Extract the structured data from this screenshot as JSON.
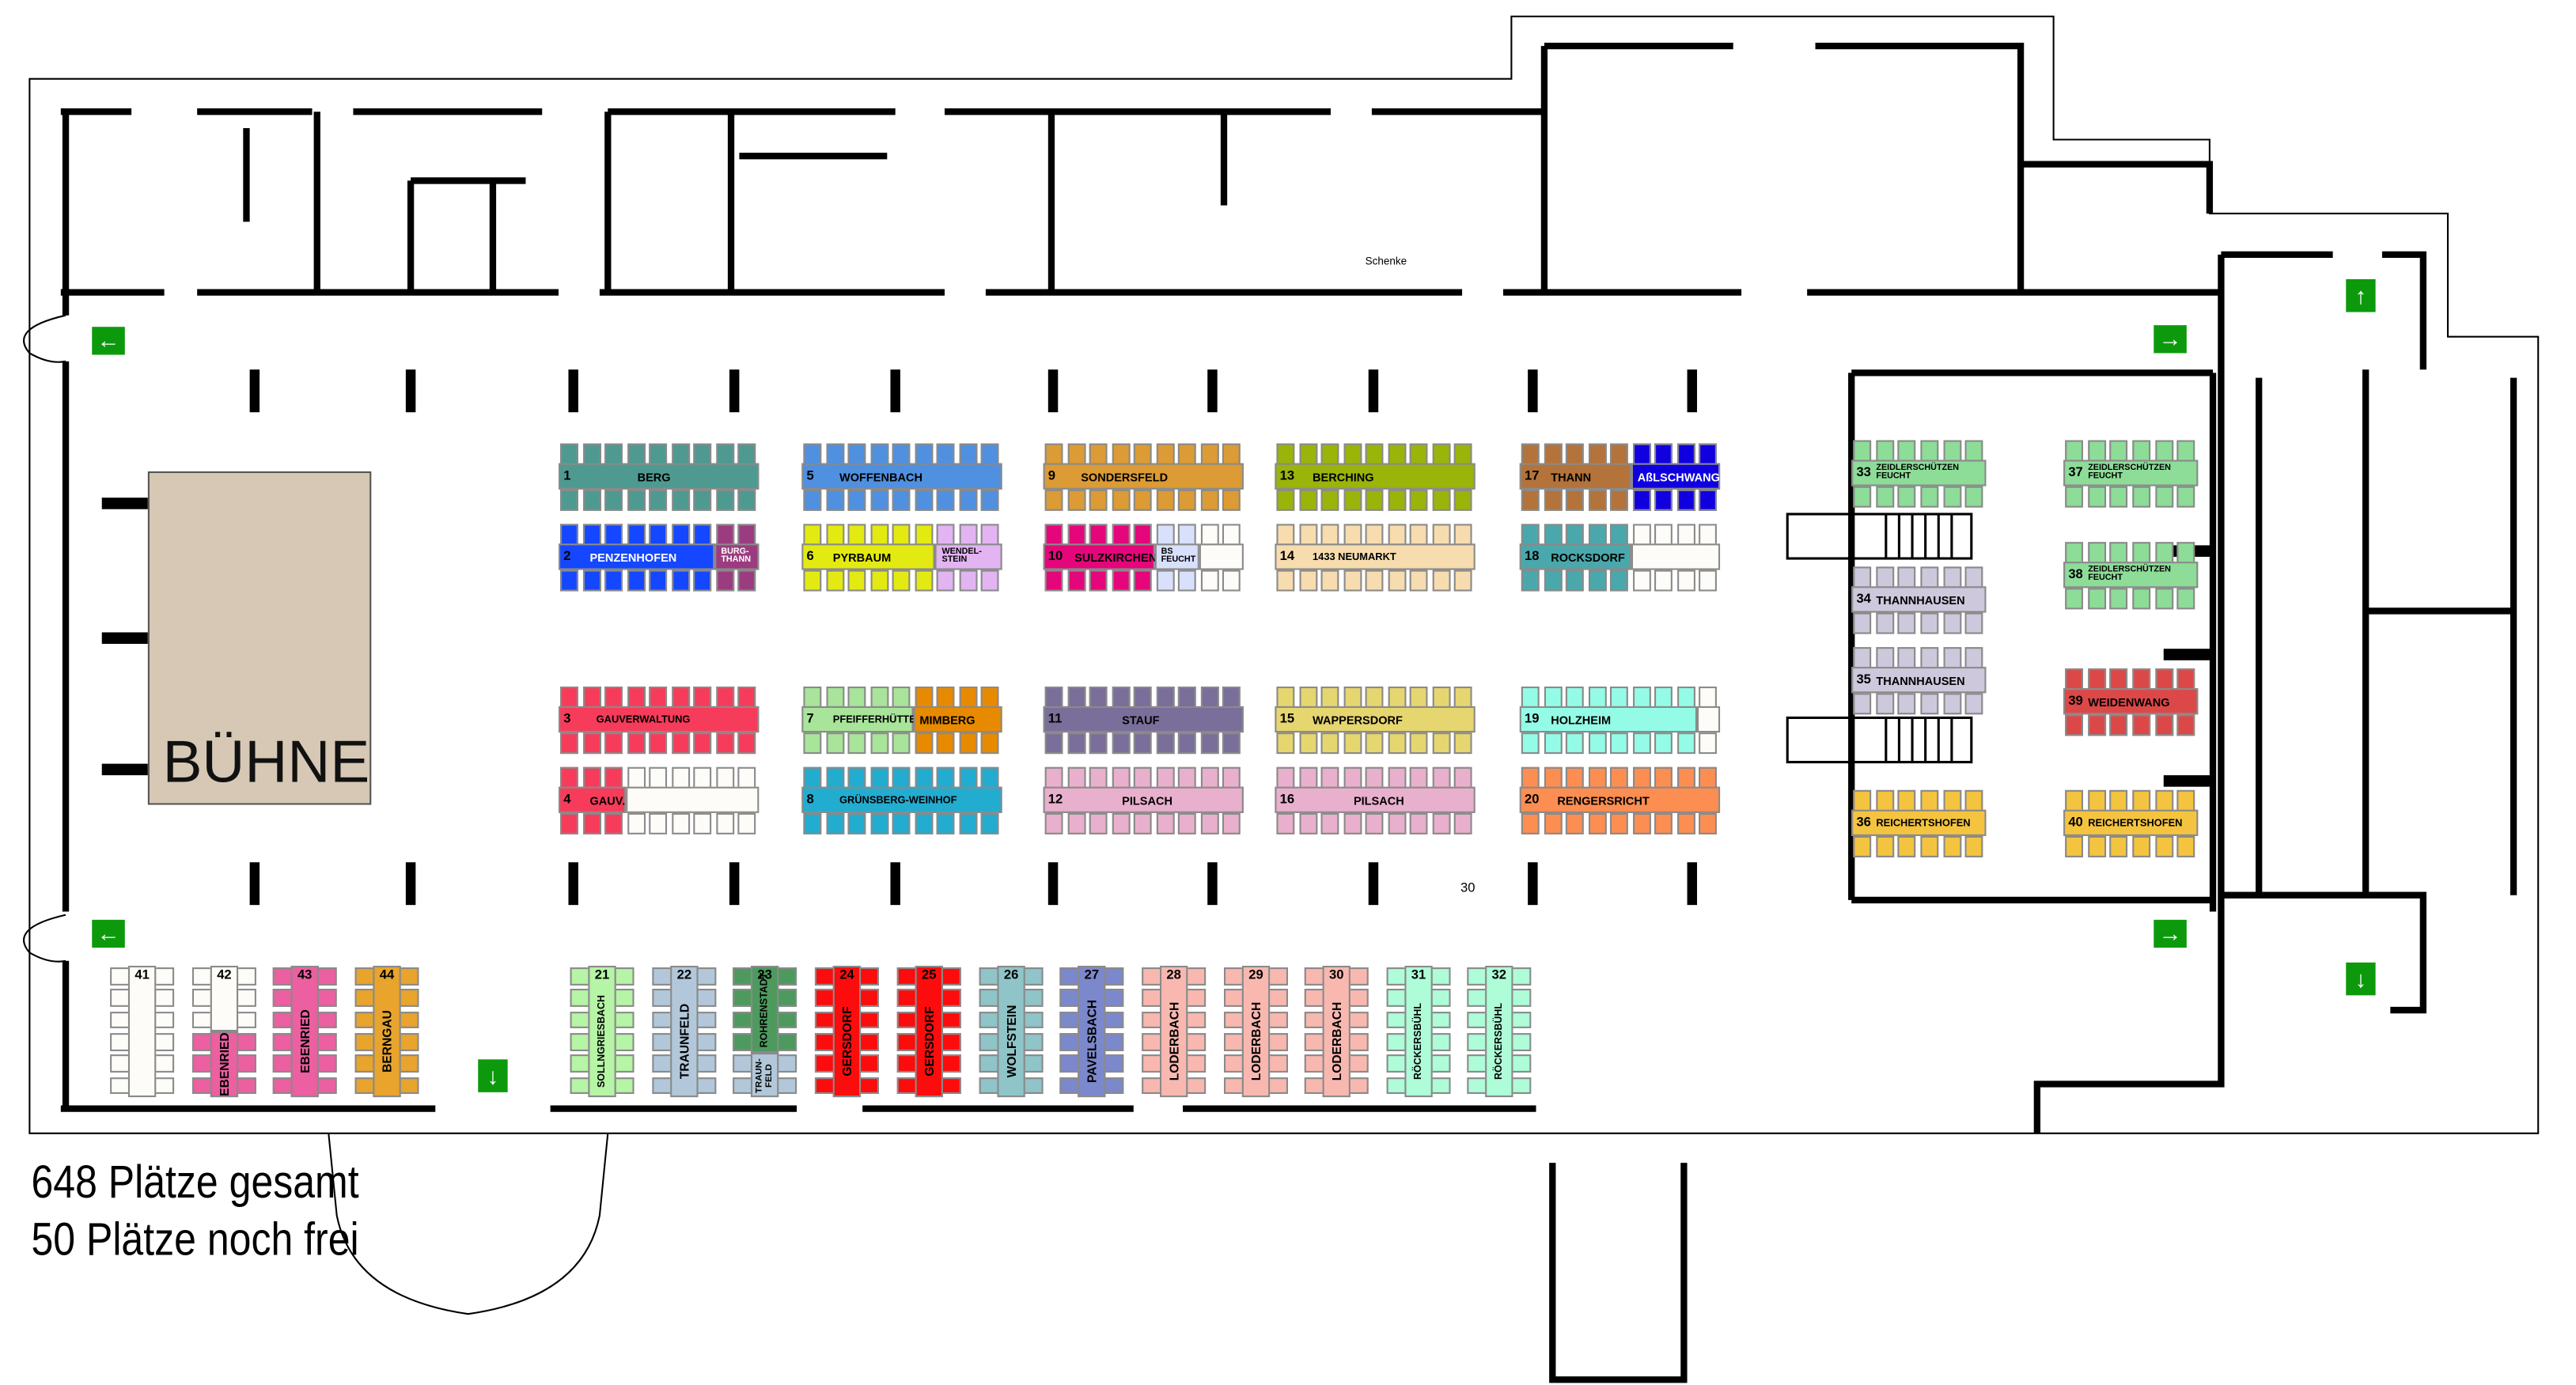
{
  "summary": {
    "total": "648 Plätze gesamt",
    "free": "50 Plätze noch frei"
  },
  "rooms": {
    "stage": "BÜHNE",
    "bar": "Schenke",
    "marker": "30"
  },
  "colors": {
    "free": "#fdfcf8",
    "exit_sign": "#0c9a0c",
    "stage": "#d6c8b4",
    "wall": "#000000"
  },
  "exits": [
    {
      "icon": "arrow-left-icon",
      "glyph": "←"
    },
    {
      "icon": "arrow-right-icon",
      "glyph": "→"
    },
    {
      "icon": "arrow-left-icon",
      "glyph": "←"
    },
    {
      "icon": "arrow-right-icon",
      "glyph": "→"
    },
    {
      "icon": "arrow-up-icon",
      "glyph": "↑"
    },
    {
      "icon": "arrow-down-icon",
      "glyph": "↓"
    },
    {
      "icon": "arrow-down-icon",
      "glyph": "↓"
    }
  ],
  "tables": [
    {
      "number": "1",
      "segments": [
        {
          "label": "BERG",
          "color": "#4e9a91",
          "seats": 9
        }
      ]
    },
    {
      "number": "2",
      "segments": [
        {
          "label": "PENZENHOFEN",
          "color": "#1447ff",
          "seats": 7,
          "light": true
        },
        {
          "label": "BURG-\nTHANN",
          "color": "#9c3c80",
          "seats": 2,
          "light": true
        }
      ]
    },
    {
      "number": "3",
      "segments": [
        {
          "label": "GAUVERWALTUNG",
          "color": "#f63c5a",
          "seats": 9
        }
      ]
    },
    {
      "number": "4",
      "segments": [
        {
          "label": "GAUV.",
          "color": "#f63c5a",
          "seats": 3
        },
        {
          "label": "",
          "color": "#fdfcf8",
          "seats": 6
        }
      ]
    },
    {
      "number": "5",
      "segments": [
        {
          "label": "WOFFENBACH",
          "color": "#5090e0",
          "seats": 9
        }
      ]
    },
    {
      "number": "6",
      "segments": [
        {
          "label": "PYRBAUM",
          "color": "#e3ea12",
          "seats": 6
        },
        {
          "label": "WENDEL-\nSTEIN",
          "color": "#e2b4f2",
          "seats": 3
        }
      ]
    },
    {
      "number": "7",
      "segments": [
        {
          "label": "PFEIFFERHÜTTE",
          "color": "#a8e49a",
          "seats": 5
        },
        {
          "label": "MIMBERG",
          "color": "#e88a00",
          "seats": 4
        }
      ]
    },
    {
      "number": "8",
      "segments": [
        {
          "label": "GRÜNSBERG-WEINHOF",
          "color": "#22acd0",
          "seats": 9
        }
      ]
    },
    {
      "number": "9",
      "segments": [
        {
          "label": "SONDERSFELD",
          "color": "#dc9b34",
          "seats": 9
        }
      ]
    },
    {
      "number": "10",
      "segments": [
        {
          "label": "SULZKIRCHEN",
          "color": "#e4067a",
          "seats": 5
        },
        {
          "label": "BS\nFEUCHT",
          "color": "#d8e0fc",
          "seats": 2
        },
        {
          "label": "",
          "color": "#fdfcf8",
          "seats": 2
        }
      ]
    },
    {
      "number": "11",
      "segments": [
        {
          "label": "STAUF",
          "color": "#7a6e9a",
          "seats": 9
        }
      ]
    },
    {
      "number": "12",
      "segments": [
        {
          "label": "PILSACH",
          "color": "#e8b0cc",
          "seats": 9
        }
      ]
    },
    {
      "number": "13",
      "segments": [
        {
          "label": "BERCHING",
          "color": "#9ab40a",
          "seats": 9
        }
      ]
    },
    {
      "number": "14",
      "segments": [
        {
          "label": "1433 NEUMARKT",
          "color": "#f6dcae",
          "seats": 9
        }
      ]
    },
    {
      "number": "15",
      "segments": [
        {
          "label": "WAPPERSDORF",
          "color": "#e6d670",
          "seats": 9
        }
      ]
    },
    {
      "number": "16",
      "segments": [
        {
          "label": "PILSACH",
          "color": "#e8b0cc",
          "seats": 9
        }
      ]
    },
    {
      "number": "17",
      "segments": [
        {
          "label": "THANN",
          "color": "#b3733a",
          "seats": 5
        },
        {
          "label": "AßLSCHWANG",
          "color": "#1000e0",
          "seats": 4,
          "light": true
        }
      ]
    },
    {
      "number": "18",
      "segments": [
        {
          "label": "ROCKSDORF",
          "color": "#4aa8ac",
          "seats": 5
        },
        {
          "label": "",
          "color": "#fdfcf8",
          "seats": 4
        }
      ]
    },
    {
      "number": "19",
      "segments": [
        {
          "label": "HOLZHEIM",
          "color": "#94fce6",
          "seats": 8
        },
        {
          "label": "",
          "color": "#fdfcf8",
          "seats": 1
        }
      ]
    },
    {
      "number": "20",
      "segments": [
        {
          "label": "RENGERSRICHT",
          "color": "#fc8e52",
          "seats": 9
        }
      ]
    },
    {
      "number": "21",
      "segments": [
        {
          "label": "SOLLNGRIESBACH",
          "color": "#b6f4a6",
          "seats": 6
        }
      ]
    },
    {
      "number": "22",
      "segments": [
        {
          "label": "TRAUNFELD",
          "color": "#b2c8da",
          "seats": 6
        }
      ]
    },
    {
      "number": "23",
      "segments": [
        {
          "label": "ROHRENSTADT",
          "color": "#4e9a5e",
          "seats": 4
        },
        {
          "label": "TRAUN-\nFELD",
          "color": "#b2c8da",
          "seats": 2
        }
      ]
    },
    {
      "number": "24",
      "segments": [
        {
          "label": "GERSDORF",
          "color": "#fc0c0c",
          "seats": 6
        }
      ]
    },
    {
      "number": "25",
      "segments": [
        {
          "label": "GERSDORF",
          "color": "#fc0c0c",
          "seats": 6
        }
      ]
    },
    {
      "number": "26",
      "segments": [
        {
          "label": "WOLFSTEIN",
          "color": "#8fc4c8",
          "seats": 6
        }
      ]
    },
    {
      "number": "27",
      "segments": [
        {
          "label": "PAVELSBACH",
          "color": "#7c88cc",
          "seats": 6
        }
      ]
    },
    {
      "number": "28",
      "segments": [
        {
          "label": "LODERBACH",
          "color": "#f8b8b0",
          "seats": 6
        }
      ]
    },
    {
      "number": "29",
      "segments": [
        {
          "label": "LODERBACH",
          "color": "#f8b8b0",
          "seats": 6
        }
      ]
    },
    {
      "number": "30",
      "segments": [
        {
          "label": "LODERBACH",
          "color": "#f8b8b0",
          "seats": 6
        }
      ]
    },
    {
      "number": "31",
      "segments": [
        {
          "label": "RÖCKERSBÜHL",
          "color": "#aefcd8",
          "seats": 6
        }
      ]
    },
    {
      "number": "32",
      "segments": [
        {
          "label": "RÖCKERSBÜHL",
          "color": "#aefcd8",
          "seats": 6
        }
      ]
    },
    {
      "number": "33",
      "segments": [
        {
          "label": "ZEIDLERSCHÜTZEN\nFEUCHT",
          "color": "#8ddc98",
          "seats": 6
        }
      ]
    },
    {
      "number": "34",
      "segments": [
        {
          "label": "THANNHAUSEN",
          "color": "#cdc8dc",
          "seats": 6
        }
      ]
    },
    {
      "number": "35",
      "segments": [
        {
          "label": "THANNHAUSEN",
          "color": "#cdc8dc",
          "seats": 6
        }
      ]
    },
    {
      "number": "36",
      "segments": [
        {
          "label": "REICHERTSHOFEN",
          "color": "#f4c440",
          "seats": 6
        }
      ]
    },
    {
      "number": "37",
      "segments": [
        {
          "label": "ZEIDLERSCHÜTZEN\nFEUCHT",
          "color": "#8ddc98",
          "seats": 6
        }
      ]
    },
    {
      "number": "38",
      "segments": [
        {
          "label": "ZEIDLERSCHÜTZEN\nFEUCHT",
          "color": "#8ddc98",
          "seats": 6
        }
      ]
    },
    {
      "number": "39",
      "segments": [
        {
          "label": "WEIDENWANG",
          "color": "#dc4848",
          "seats": 6
        }
      ]
    },
    {
      "number": "40",
      "segments": [
        {
          "label": "REICHERTSHOFEN",
          "color": "#f4c440",
          "seats": 6
        }
      ]
    },
    {
      "number": "41",
      "segments": [
        {
          "label": "",
          "color": "#fdfcf8",
          "seats": 6
        }
      ]
    },
    {
      "number": "42",
      "segments": [
        {
          "label": "",
          "color": "#fdfcf8",
          "seats": 3
        },
        {
          "label": "EBENRIED",
          "color": "#ec5fa0",
          "seats": 3
        }
      ]
    },
    {
      "number": "43",
      "segments": [
        {
          "label": "EBENRIED",
          "color": "#ec5fa0",
          "seats": 6
        }
      ]
    },
    {
      "number": "44",
      "segments": [
        {
          "label": "BERNGAU",
          "color": "#e8a42c",
          "seats": 6
        }
      ]
    }
  ]
}
